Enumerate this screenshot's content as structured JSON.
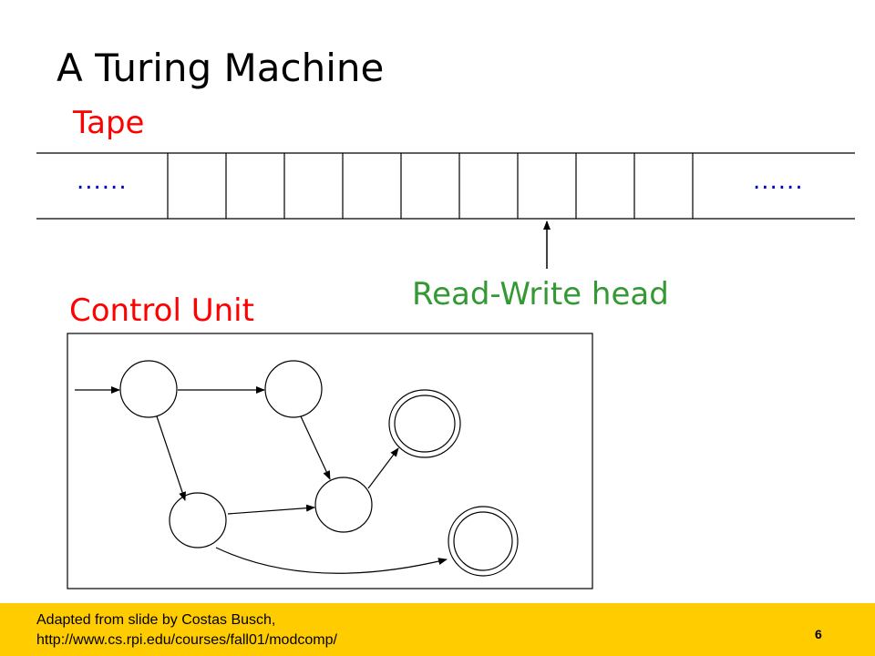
{
  "slide": {
    "title": "A Turing Machine",
    "tape_label": "Tape",
    "tape_dots_left": "......",
    "tape_dots_right": "......",
    "head_label": "Read-Write head",
    "control_label": "Control Unit"
  },
  "footer": {
    "credit_line_1": "Adapted from slide by Costas Busch,",
    "credit_line_2": "http://www.cs.rpi.edu/courses/fall01/modcomp/",
    "page_number": "6"
  },
  "colors": {
    "label_red": "#ff0000",
    "head_green": "#339933",
    "dots_blue": "#0000cc",
    "footer_yellow": "#ffcc00"
  },
  "diagram": {
    "tape_cells_visible": 9,
    "states": 6,
    "accepting_states": 2
  }
}
